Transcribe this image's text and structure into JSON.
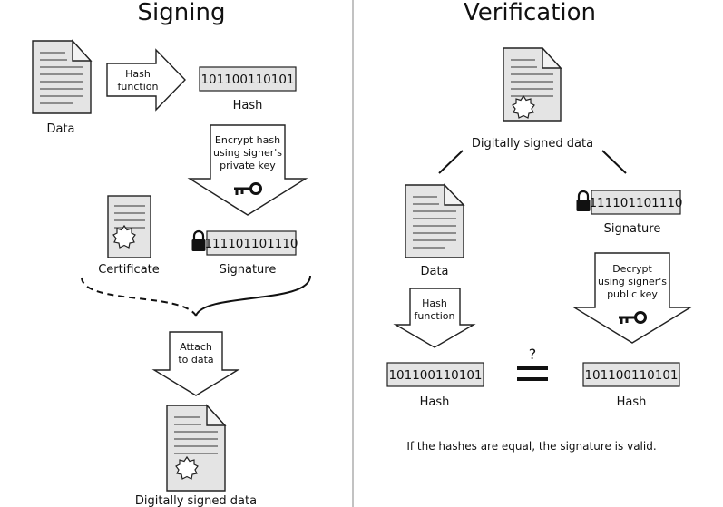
{
  "signing": {
    "title": "Signing",
    "data_label": "Data",
    "hash_function_label": [
      "Hash",
      "function"
    ],
    "hash_value": "101100110101",
    "hash_label": "Hash",
    "encrypt_label": [
      "Encrypt hash",
      "using signer's",
      "private key"
    ],
    "certificate_label": "Certificate",
    "signature_value": "111101101110",
    "signature_label": "Signature",
    "attach_label": [
      "Attach",
      "to data"
    ],
    "signed_data_label": "Digitally signed data"
  },
  "verification": {
    "title": "Verification",
    "signed_data_label": "Digitally signed data",
    "data_label": "Data",
    "signature_value": "111101101110",
    "signature_label": "Signature",
    "hash_function_label": [
      "Hash",
      "function"
    ],
    "decrypt_label": [
      "Decrypt",
      "using signer's",
      "public key"
    ],
    "hash_left_value": "101100110101",
    "hash_left_label": "Hash",
    "compare_symbol": "?",
    "hash_right_value": "101100110101",
    "hash_right_label": "Hash",
    "conclusion": "If the hashes are equal, the signature is valid."
  }
}
